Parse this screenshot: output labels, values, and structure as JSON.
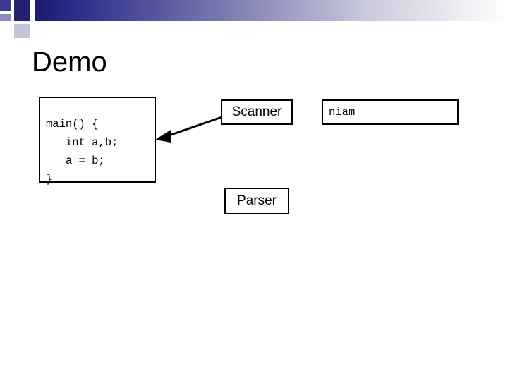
{
  "slide": {
    "title": "Demo",
    "code_box": {
      "name": "code-snippet",
      "text": "main() {\n   int a,b;\n   a = b;\n}"
    },
    "boxes": [
      {
        "name": "scanner-box",
        "label": "Scanner"
      },
      {
        "name": "niam-box",
        "label": "niam"
      },
      {
        "name": "parser-box",
        "label": "Parser"
      }
    ],
    "arrow": {
      "name": "scanner-to-code-arrow",
      "label": ""
    }
  },
  "colors": {
    "band_start": "#1b1b6f",
    "band_end": "#ffffff",
    "text": "#000000",
    "background": "#ffffff"
  }
}
